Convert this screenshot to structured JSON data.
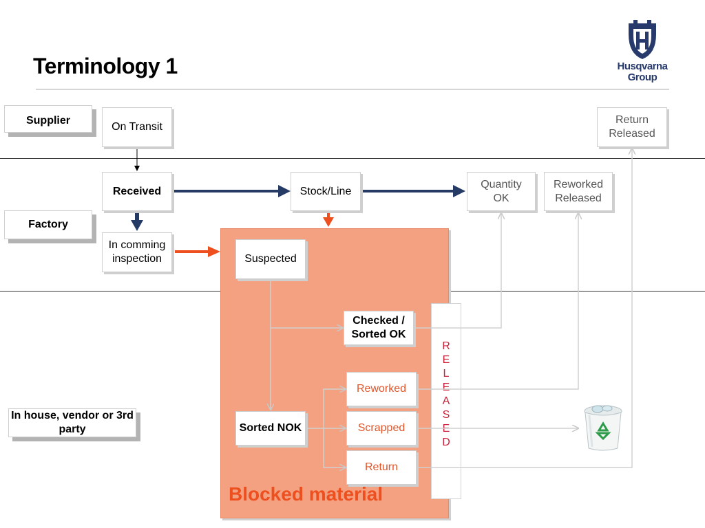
{
  "title": "Terminology 1",
  "logo": {
    "line1": "Husqvarna",
    "line2": "Group",
    "color": "#273a6b"
  },
  "colors": {
    "navy": "#263a66",
    "orange": "#ee4f1e",
    "blocked_fill": "#f4a182",
    "released_text": "#c8233a"
  },
  "row_labels": {
    "supplier": "Supplier",
    "factory": "Factory",
    "in_house": "In house, vendor or 3rd party"
  },
  "boxes": {
    "on_transit": "On Transit",
    "received": "Received",
    "stock_line": "Stock/Line",
    "quantity_ok": "Quantity OK",
    "reworked_released": "Reworked Released",
    "return_released": "Return Released",
    "in_comming_inspection": "In comming inspection",
    "suspected": "Suspected",
    "checked_sorted_ok": "Checked / Sorted OK",
    "reworked": "Reworked",
    "scrapped": "Scrapped",
    "return": "Return",
    "sorted_nok": "Sorted NOK"
  },
  "blocked_material": "Blocked material",
  "released_letters": [
    "R",
    "E",
    "L",
    "E",
    "A",
    "S",
    "E",
    "D"
  ],
  "trash_icon": "recycle-bin-icon"
}
